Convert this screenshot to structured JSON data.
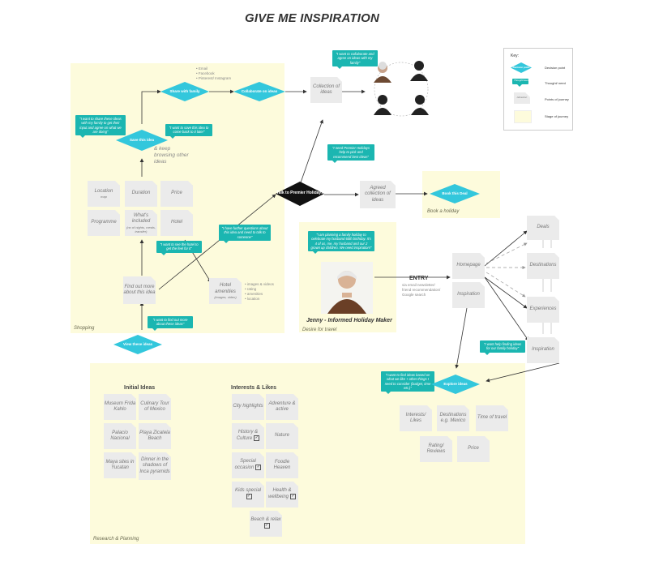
{
  "title": "GIVE ME INSPIRATION",
  "zones": {
    "shopping": "Shopping",
    "book": "Book a holiday",
    "desire": "Desire for travel",
    "research": "Research & Planning"
  },
  "key": {
    "title": "Key:",
    "decision": "Decision point",
    "thought": "Thought/ need",
    "points": "Points of journey",
    "stage": "Stage of journey",
    "decision_sample": "Decision point",
    "thought_sample": "Thought/need",
    "points_sample": "Attraction"
  },
  "shopping": {
    "share_family": "Share with family",
    "collaborate": "Collaborate on ideas",
    "collection": "Collection of ideas",
    "save_idea": "Save this idea",
    "keep_browsing": "& keep browsing other ideas",
    "channels": [
      "• Email",
      "• Facebook",
      "• Pinterest/ Instagram"
    ],
    "bubble_collab": "\"I want to collaborate and agree on ideas with my family\"",
    "bubble_share": "\"I want to share these ideas with my family to get their input and agree on what we are doing\"",
    "bubble_save": "\"I want to save this idea to come back to it later\"",
    "bubble_help": "\"I need Premier Holidays help to pick and recommend best ideas\"",
    "bubble_questions": "\"I have further questions about this idea and need to talk to someone\"",
    "bubble_hotel": "\"I want to see the hotel to get the feel for it\"",
    "bubble_findout": "\"I want to find out more about these ideas\"",
    "location": "Location",
    "location_sub": "map",
    "duration": "Duration",
    "price": "Price",
    "programme": "Programme",
    "whats_included": "What's included",
    "whats_included_sub": "(no of nights, meals, transfer)",
    "hotel": "Hotel",
    "find_out": "Find out more about this idea",
    "hotel_amenities": "Hotel amenities",
    "hotel_amenities_sub": "(images, video)",
    "hotel_list": [
      "• images & videos",
      "• rating",
      "• amenities",
      "• location"
    ],
    "talk": "Talk to Premier Holidays",
    "agreed": "Agreed collection of ideas",
    "book_deal": "Book this Deal",
    "view_ideas": "View these ideas"
  },
  "persona": {
    "bubble": "\"I am planning a family holiday to celebrate my husband 60th birthday. It's 4 of us, me, my husband and our 2 grown up children. We need inspiration!\"",
    "name": "Jenny - Informed Holiday Maker",
    "entry": "ENTRY",
    "entry_sources": [
      "via email newsletter/",
      "friend recommendation/",
      "Google search"
    ]
  },
  "site": {
    "homepage": "Homepage",
    "inspiration1": "Inspiration",
    "deals": "Deals",
    "destinations": "Destinations",
    "experiences": "Experiences",
    "inspiration2": "Inspiration",
    "bubble_help_find": "\"I want help finding ideas for our family holiday\"",
    "bubble_find_ideas": "\"I want to find ideas based on what we like + other things I need to consider (budget, time etc.)\"",
    "explore": "Explore ideas"
  },
  "research": {
    "interests": "Interests/ Likes",
    "destinations": "Destinations e.g. Mexico",
    "time": "Time of travel",
    "rating": "Rating/ Reviews",
    "price": "Price",
    "initial_head": "Initial Ideas",
    "initial": [
      "Museum Frida Kahlo",
      "Culinary Tour of Mexico",
      "Palacio Nacional",
      "Playa Zicatela Beach",
      "Maya sites in Yucatan",
      "Dinner in the shadows of Inca pyramids"
    ],
    "interests_head": "Interests & Likes",
    "likes": [
      {
        "label": "City highlights",
        "checked": false
      },
      {
        "label": "Adventure & active",
        "checked": false
      },
      {
        "label": "History & Culture",
        "checked": true
      },
      {
        "label": "Nature",
        "checked": false
      },
      {
        "label": "Special occasion",
        "checked": true
      },
      {
        "label": "Foodie Heaven",
        "checked": false
      },
      {
        "label": "Kids special",
        "checked": true
      },
      {
        "label": "Health & wellbeing",
        "checked": true
      },
      {
        "label": "Beach & relax",
        "checked": true
      }
    ]
  },
  "colors": {
    "zone": "#fdfbdc",
    "teal": "#1bb6b1",
    "diamond": "#33c7dc",
    "card": "#ebebeb"
  },
  "icons": [
    "person-icon",
    "checkbox-icon"
  ]
}
